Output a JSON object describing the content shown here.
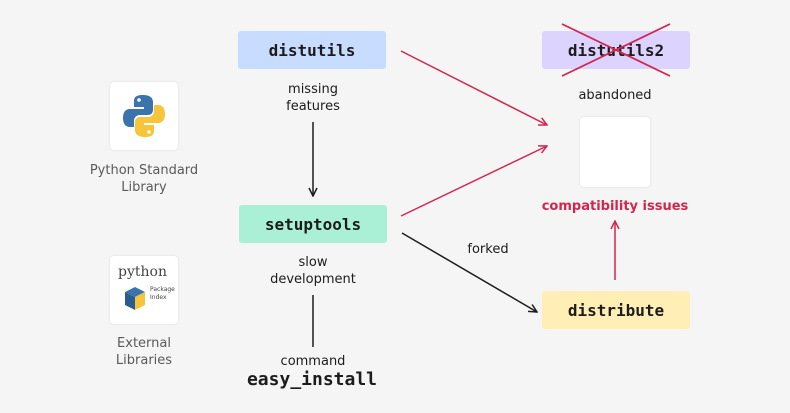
{
  "colors": {
    "distutils_fill": "#c7dcff",
    "distutils2_fill": "#dcd3ff",
    "setuptools_fill": "#a9f0d6",
    "distribute_fill": "#ffefb5",
    "red": "#d3264f"
  },
  "nodes": {
    "distutils": "distutils",
    "distutils2": "distutils2",
    "setuptools": "setuptools",
    "distribute": "distribute",
    "easy_install": "easy_install"
  },
  "labels": {
    "missing_features": [
      "missing",
      "features"
    ],
    "abandoned": "abandoned",
    "slow_development": [
      "slow",
      "development"
    ],
    "forked": "forked",
    "command": "command",
    "compatibility_issues": "compatibility issues"
  },
  "sidebar": {
    "stdlib": [
      "Python Standard",
      "Library"
    ],
    "external": [
      "External",
      "Libraries"
    ],
    "pypi_logo_text": "python",
    "pypi_logo_small": [
      "Package",
      "Index"
    ]
  },
  "icons": {
    "stdlib": "python-logo-icon",
    "external": "pypi-logo-icon"
  }
}
